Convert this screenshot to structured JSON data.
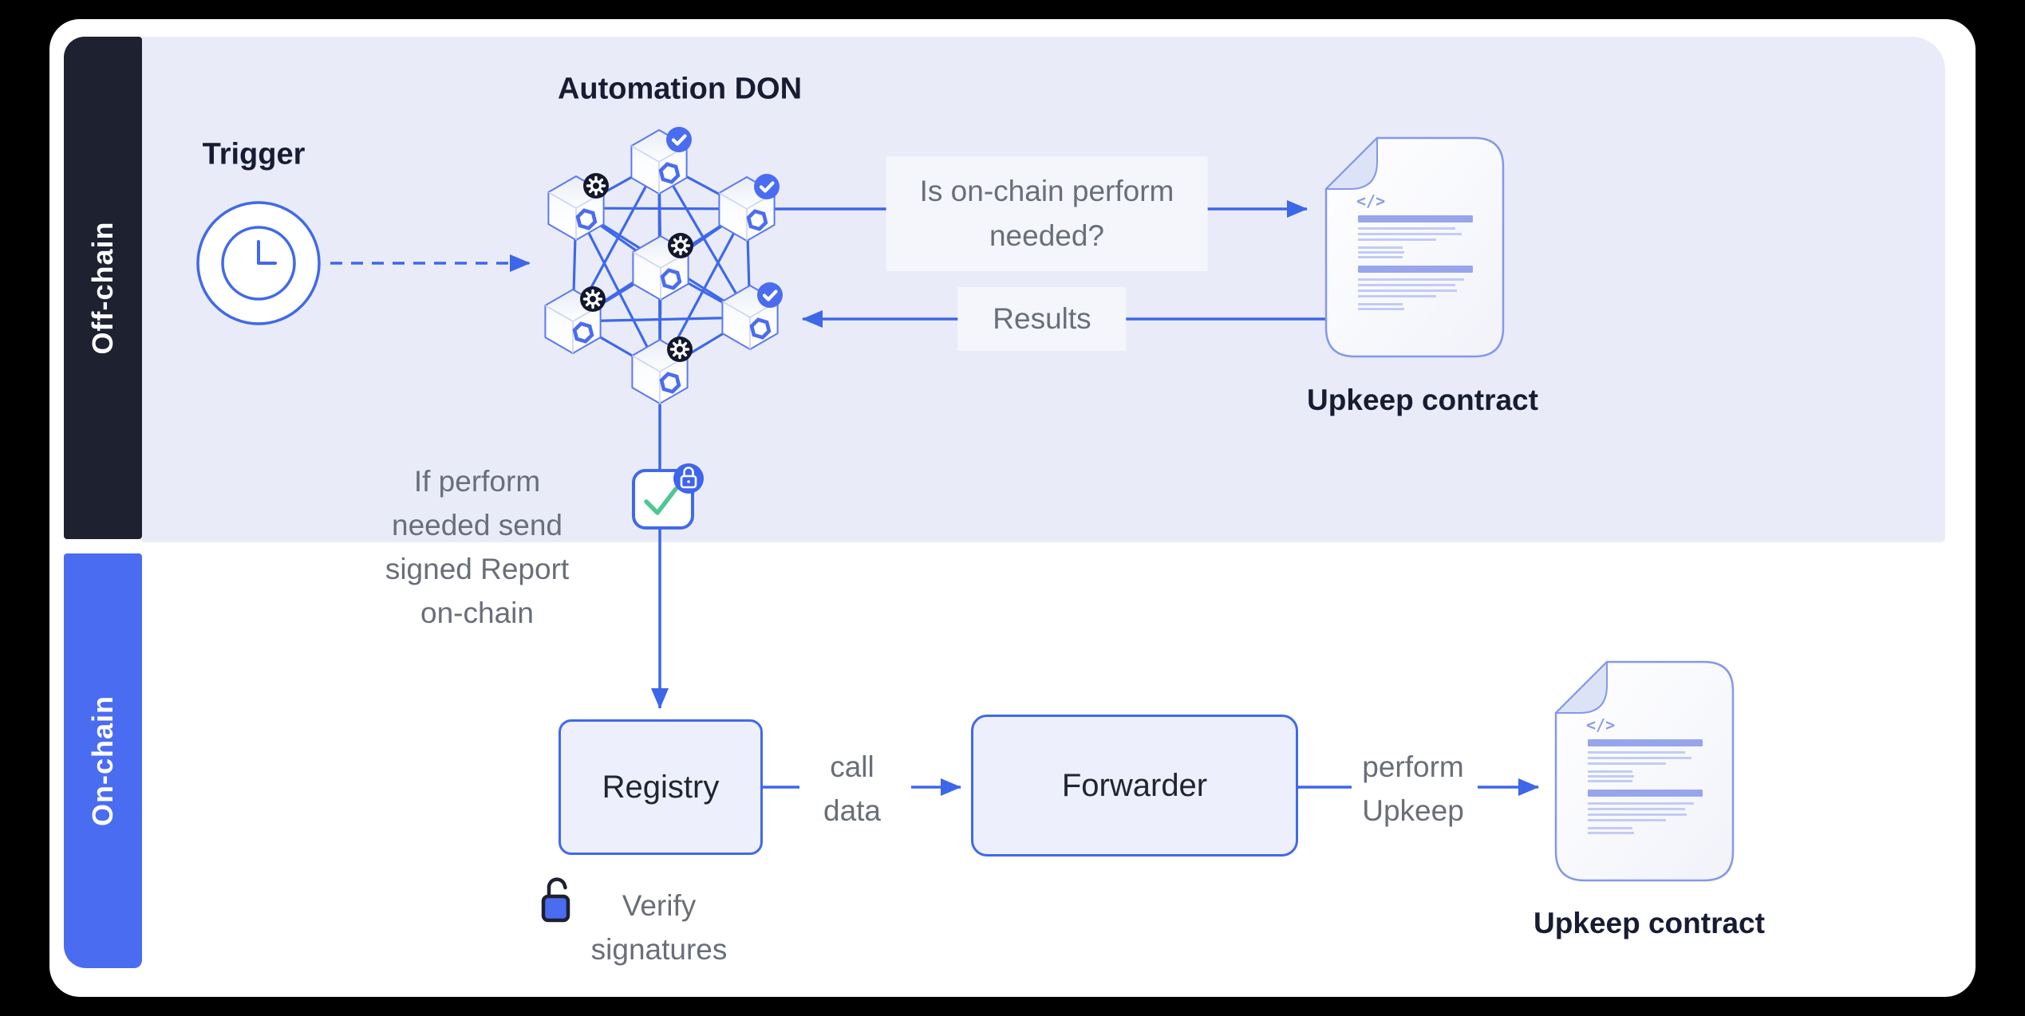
{
  "colors": {
    "accent_blue": "#3d66e9",
    "sidebar_blue": "#4a6cf0",
    "sidebar_dark": "#1d2130",
    "offchain_band": "#e9ecf8",
    "box_fill": "#edf0fc",
    "green_check": "#4fc792",
    "gray_text": "#696e79",
    "heading_text": "#171c33",
    "document_line": "#97a6ec"
  },
  "icons": {
    "trigger": "clock-icon",
    "don_node": "chainlink-hexagon-node",
    "approved": "check-badge-icon",
    "computing": "gear-badge-icon",
    "signed_report": "signed-report-check-icon",
    "report_lock": "lock-badge-icon",
    "verify": "open-padlock-icon",
    "contract_doc": "code-document-icon"
  },
  "sidebar": {
    "offchain_label": "Off-chain",
    "onchain_label": "On-chain"
  },
  "offchain": {
    "trigger_label": "Trigger",
    "don_title": "Automation DON",
    "question": [
      "Is on-chain perform",
      "needed?"
    ],
    "results_label": "Results",
    "upkeep_contract_label": "Upkeep contract",
    "report_note": [
      "If perform",
      "needed send",
      "signed Report",
      "on-chain"
    ]
  },
  "onchain": {
    "registry_label": "Registry",
    "call_data": [
      "call",
      "data"
    ],
    "forwarder_label": "Forwarder",
    "perform_upkeep": [
      "perform",
      "Upkeep"
    ],
    "verify_note": [
      "Verify",
      "signatures"
    ],
    "upkeep_contract_label": "Upkeep contract"
  }
}
